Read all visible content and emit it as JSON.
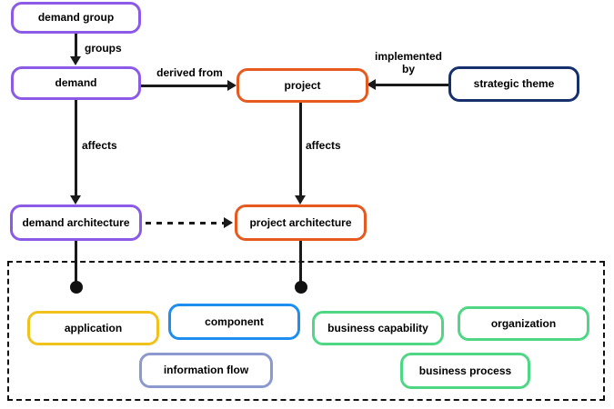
{
  "nodes": [
    {
      "id": "demand-group",
      "label": "demand group",
      "border_color": "#8B5BE8"
    },
    {
      "id": "demand",
      "label": "demand",
      "border_color": "#8B5BE8"
    },
    {
      "id": "project",
      "label": "project",
      "border_color": "#E65A20"
    },
    {
      "id": "strategic-theme",
      "label": "strategic theme",
      "border_color": "#16306E"
    },
    {
      "id": "demand-architecture",
      "label": "demand architecture",
      "border_color": "#8B5BE8"
    },
    {
      "id": "project-architecture",
      "label": "project architecture",
      "border_color": "#E65A20"
    },
    {
      "id": "application",
      "label": "application",
      "border_color": "#F2C21C"
    },
    {
      "id": "component",
      "label": "component",
      "border_color": "#1E8FF0"
    },
    {
      "id": "information-flow",
      "label": "information flow",
      "border_color": "#8C99CE"
    },
    {
      "id": "business-capability",
      "label": "business capability",
      "border_color": "#4FD785"
    },
    {
      "id": "organization",
      "label": "organization",
      "border_color": "#4FD785"
    },
    {
      "id": "business-process",
      "label": "business process",
      "border_color": "#4FD785"
    }
  ],
  "edges": {
    "groups_label": "groups",
    "derived_from_label": "derived from",
    "implemented_by_line1": "implemented",
    "implemented_by_line2": "by",
    "affects_left_label": "affects",
    "affects_right_label": "affects"
  },
  "colors": {
    "line": "#1a1a1a",
    "background": "#ffffff"
  }
}
